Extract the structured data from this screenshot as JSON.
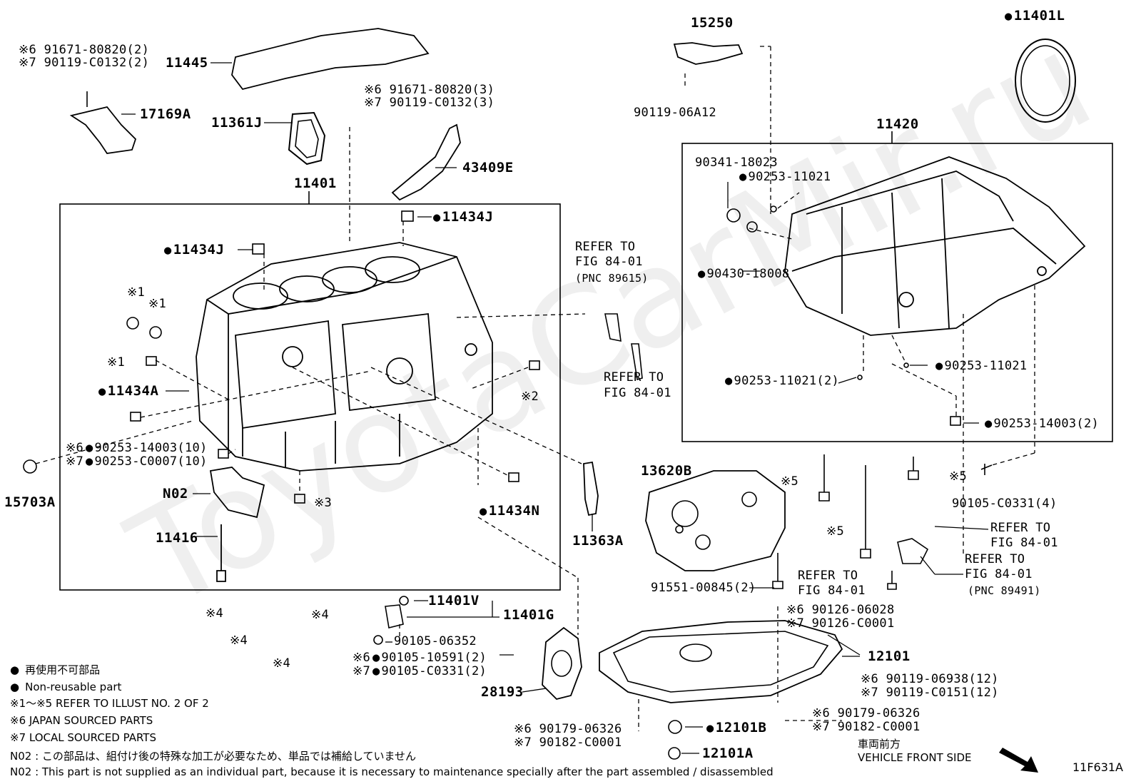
{
  "watermark": "ToyotaCarMir.ru",
  "diagram_code": "11F631A",
  "boxes": {
    "block": "11401",
    "oil_pan_upper": "11420"
  },
  "labels": {
    "l_11445": "11445",
    "l_jp6_1": "※6 91671-80820(2)",
    "l_jp7_1": "※7 90119-C0132(2)",
    "l_17169A": "17169A",
    "l_11361J": "11361J",
    "l_jp6_2": "※6 91671-80820(3)",
    "l_jp7_2": "※7 90119-C0132(3)",
    "l_43409E": "43409E",
    "l_11434J_a": "11434J",
    "l_11434J_b": "11434J",
    "l_x1_a": "※1",
    "l_x1_b": "※1",
    "l_x1_c": "※1",
    "l_11434A": "11434A",
    "l_x2": "※2",
    "l_x6_a": "※6",
    "l_90253_14003_10": "90253-14003(10)",
    "l_x7_a": "※7",
    "l_90253_C0007_10": "90253-C0007(10)",
    "l_15703A": "15703A",
    "l_N02": "N02",
    "l_x3": "※3",
    "l_11434N": "11434N",
    "l_11416": "11416",
    "l_refer1": "REFER TO",
    "l_refer1b": "FIG 84-01",
    "l_refer1c": "(PNC 89615)",
    "l_refer2": "REFER TO",
    "l_refer2b": "FIG 84-01",
    "l_11363A": "11363A",
    "l_15250": "15250",
    "l_90119_06A12": "90119-06A12",
    "l_11401L": "11401L",
    "l_11420_title": "11420",
    "l_90341_18023": "90341-18023",
    "l_90253_11021_a": "90253-11021",
    "l_90430_18008": "90430-18008",
    "l_90253_11021_b": "90253-11021",
    "l_90253_11021_2": "90253-11021(2)",
    "l_90253_14003_2": "90253-14003(2)",
    "l_13620B": "13620B",
    "l_x5_a": "※5",
    "l_x5_b": "※5",
    "l_x5_c": "※5",
    "l_90105_C0331_4": "90105-C0331(4)",
    "l_refer3": "REFER TO",
    "l_refer3b": "FIG 84-01",
    "l_refer4": "REFER TO",
    "l_refer4b": "FIG 84-01",
    "l_refer4c": "(PNC 89491)",
    "l_refer5": "REFER TO",
    "l_refer5b": "FIG 84-01",
    "l_91551_00845_2": "91551-00845(2)",
    "l_x4_a": "※4",
    "l_x4_b": "※4",
    "l_x4_c": "※4",
    "l_x4_d": "※4",
    "l_11401V": "11401V",
    "l_11401G": "11401G",
    "l_90105_06352": "90105-06352",
    "l_x6_b": "※6",
    "l_90105_10591_2": "90105-10591(2)",
    "l_x7_b": "※7",
    "l_90105_C0331_2": "90105-C0331(2)",
    "l_28193": "28193",
    "l_x6_c": "※6 90126-06028",
    "l_x7_c": "※7 90126-C0001",
    "l_12101": "12101",
    "l_x6_d": "※6 90119-06938(12)",
    "l_x7_d": "※7 90119-C0151(12)",
    "l_x6_e": "※6 90179-06326",
    "l_x7_e": "※7 90182-C0001",
    "l_x6_f": "※6 90179-06326",
    "l_x7_f": "※7 90182-C0001",
    "l_12101B": "12101B",
    "l_12101A": "12101A"
  },
  "legend": {
    "jp_nonreusable": "再使用不可部品",
    "en_nonreusable": "Non-reusable part",
    "refer_illust": "※1～※5  REFER TO ILLUST NO. 2 OF 2",
    "japan": "※6 JAPAN SOURCED PARTS",
    "local": "※7 LOCAL SOURCED PARTS"
  },
  "notes": {
    "n02_jp": "N02 : この部品は、組付け後の特殊な加工が必要なため、単品では補給していません",
    "n02_en": "N02 : This part is not supplied as an individual part, because it is necessary to maintenance specially after the part assembled / disassembled"
  },
  "front": {
    "jp": "車両前方",
    "en": "VEHICLE FRONT SIDE"
  }
}
